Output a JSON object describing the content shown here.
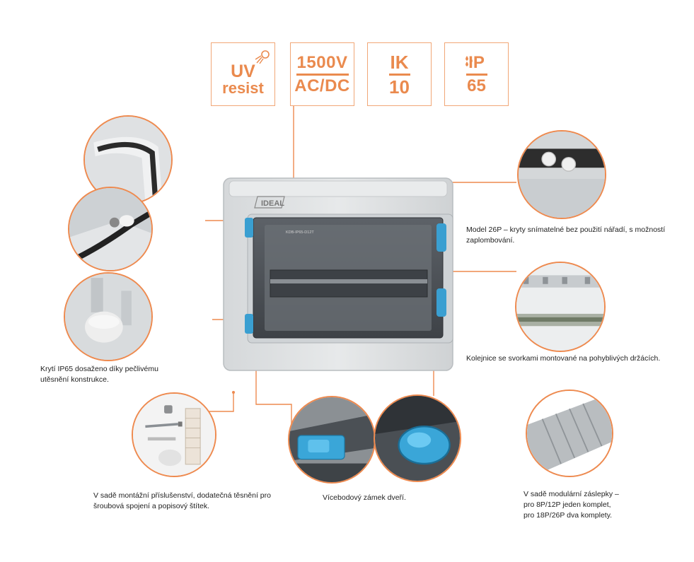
{
  "badges": {
    "uv": {
      "line1": "UV",
      "line2": "resist",
      "icon": "sun-icon"
    },
    "voltage": {
      "line1": "1500V",
      "line2": "AC/DC"
    },
    "ik": {
      "line1": "IK",
      "line2": "10"
    },
    "ip": {
      "line1": "IP",
      "line2": "65",
      "icon": "water-drops-icon"
    }
  },
  "product": {
    "logo": "IDEAL",
    "label": "KDB-IP65-D12T"
  },
  "captions": {
    "model26p_line1": "Model 26P – kryty snímatelné bez použití nářadí, s možností",
    "model26p_line2": "zaplombování.",
    "rail": "Kolejnice se svorkami montované na pohyblivých držácích.",
    "ip65_line1": "Krytí IP65 dosaženo díky pečlivému",
    "ip65_line2": "utěsnění konstrukce.",
    "accessories_line1": "V sadě montážní příslušenství, dodatečná těsnění pro",
    "accessories_line2": "šroubová spojení a popisový štítek.",
    "lock": "Vícebodový zámek dveří.",
    "blanks_line1": "V sadě modulární záslepky –",
    "blanks_line2": "pro 8P/12P jeden komplet,",
    "blanks_line3": "pro 18P/26P dva komplety."
  },
  "colors": {
    "accent": "#ee8a4f",
    "badge_text": "#ea8a4e",
    "blue_latch": "#3a9fd1"
  }
}
